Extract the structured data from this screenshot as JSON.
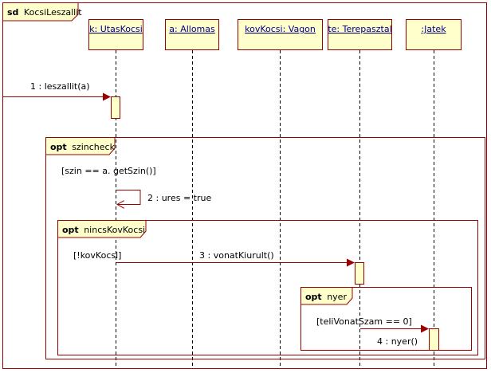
{
  "diagram": {
    "frame_keyword": "sd",
    "frame_name": "KocsiLeszallit"
  },
  "lifelines": [
    {
      "label": "k: UtasKocsi"
    },
    {
      "label": "a: Allomas"
    },
    {
      "label": "kovKocsi: Vagon"
    },
    {
      "label": "te: Terepasztal"
    },
    {
      "label": ":Jatek"
    }
  ],
  "fragments": [
    {
      "keyword": "opt",
      "name": "szincheck",
      "guard": "[szin == a. getSzin()]"
    },
    {
      "keyword": "opt",
      "name": "nincsKovKocsi",
      "guard": "[!kovKocsi]"
    },
    {
      "keyword": "opt",
      "name": "nyer",
      "guard": "[teliVonatSzam == 0]"
    }
  ],
  "messages": [
    {
      "label": "1 : leszallit(a)"
    },
    {
      "label": "2 : ures = true"
    },
    {
      "label": "3 : vonatKiurult()"
    },
    {
      "label": "4 : nyer()"
    }
  ],
  "colors": {
    "lifeline_head_fill": "#ffffcc",
    "lifeline_head_border": "#990000",
    "frame_border": "#990000",
    "fragment_tab_fill": "#ffffcc",
    "message_line": "#990000",
    "activation_fill": "#ffffcc",
    "label_text": "#000080"
  }
}
